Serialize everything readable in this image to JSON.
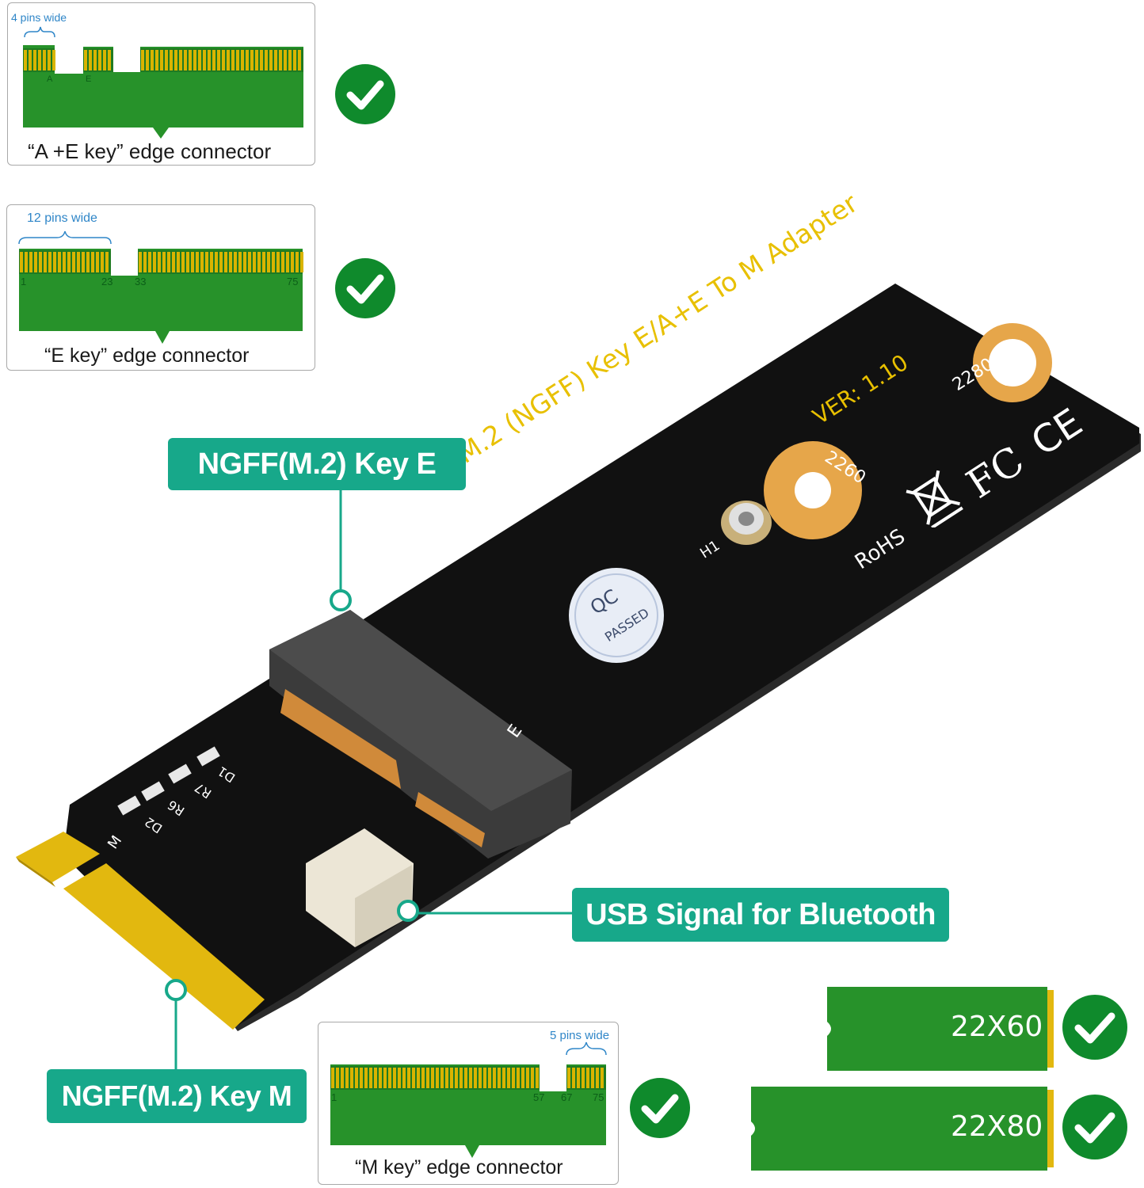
{
  "connectors": {
    "ae": {
      "pins_note": "4 pins wide",
      "caption": "“A +E key” edge connector",
      "pin_a": "A",
      "pin_e": "E"
    },
    "e": {
      "pins_note": "12 pins wide",
      "caption": "“E key” edge connector",
      "pins": [
        "1",
        "23",
        "33",
        "75"
      ]
    },
    "m": {
      "pins_note": "5 pins wide",
      "caption": "“M key” edge connector",
      "pins": [
        "1",
        "57",
        "67",
        "75"
      ]
    }
  },
  "callouts": {
    "key_e": "NGFF(M.2) Key E",
    "usb": "USB Signal for Bluetooth",
    "key_m": "NGFF(M.2) Key M"
  },
  "board": {
    "title": "M.2 (NGFF) Key E/A+E To M Adapter",
    "version": "VER: 1.10",
    "mark_2280": "2280",
    "mark_2260": "2260",
    "mark_h1": "H1",
    "rohs": "RoHS",
    "fc": "FC",
    "ce": "CE",
    "qc_top": "QC",
    "qc_bottom": "PASSED",
    "slot_label": "E",
    "edge_label": "M",
    "components": [
      "D1",
      "R7",
      "R6",
      "D2"
    ]
  },
  "sizes": [
    "22X60",
    "22X80"
  ],
  "colors": {
    "callout": "#17a88a",
    "pcb": "#27922a",
    "gold": "#d9b400",
    "check": "#0f8a2c",
    "board": "#111111"
  }
}
